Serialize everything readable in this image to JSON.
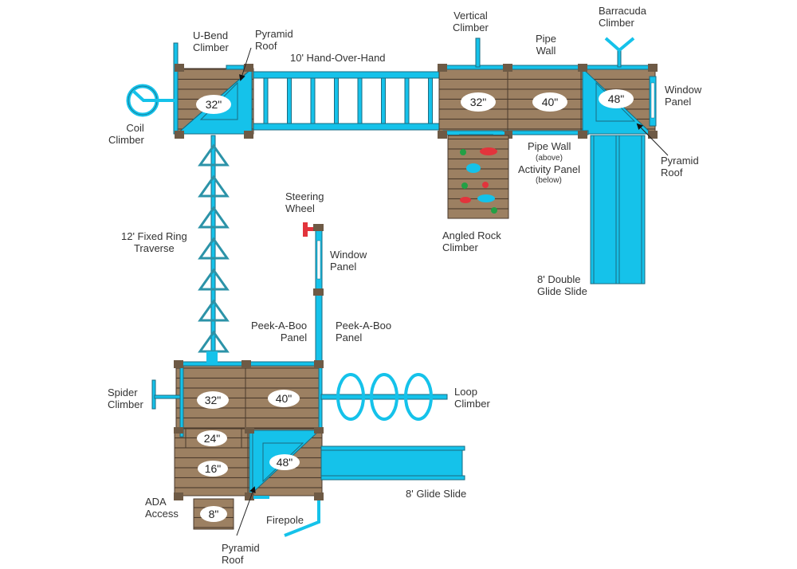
{
  "colors": {
    "wood": "#9c8062",
    "wood_line": "#4a3a2c",
    "post": "#6e5a45",
    "blue": "#15c2ea",
    "blue_stroke": "#1a6b80",
    "ring": "#2c93a8",
    "red": "#e2343c",
    "green": "#22a045",
    "label_bg": "#ffffff",
    "text": "#333333"
  },
  "decks": {
    "top_left": "32\"",
    "top_mid_1": "32\"",
    "top_mid_2": "40\"",
    "top_right": "48\"",
    "bottom_1": "32\"",
    "bottom_2": "40\"",
    "bottom_3": "24\"",
    "bottom_4": "16\"",
    "bottom_5": "48\"",
    "bottom_6": "8\""
  },
  "labels": {
    "u_bend": "U-Bend\nClimber",
    "pyramid_roof_1": "Pyramid\nRoof",
    "hand_over_hand": "10' Hand-Over-Hand",
    "vertical_climber": "Vertical\nClimber",
    "pipe_wall": "Pipe\nWall",
    "barracuda": "Barracuda\nClimber",
    "window_panel_1": "Window\nPanel",
    "coil_climber": "Coil\nClimber",
    "pipe_wall_2": "Pipe Wall",
    "above": "(above)",
    "activity_panel": "Activity Panel",
    "below": "(below)",
    "pyramid_roof_2": "Pyramid\nRoof",
    "angled_rock": "Angled Rock\nClimber",
    "double_glide": "8' Double\nGlide Slide",
    "steering_wheel": "Steering\nWheel",
    "fixed_ring": "12' Fixed Ring\nTraverse",
    "window_panel_2": "Window\nPanel",
    "peek_a_boo_1": "Peek-A-Boo\nPanel",
    "peek_a_boo_2": "Peek-A-Boo\nPanel",
    "spider_climber": "Spider\nClimber",
    "loop_climber": "Loop\nClimber",
    "glide_slide": "8' Glide Slide",
    "ada_access": "ADA\nAccess",
    "firepole": "Firepole",
    "pyramid_roof_3": "Pyramid\nRoof"
  }
}
